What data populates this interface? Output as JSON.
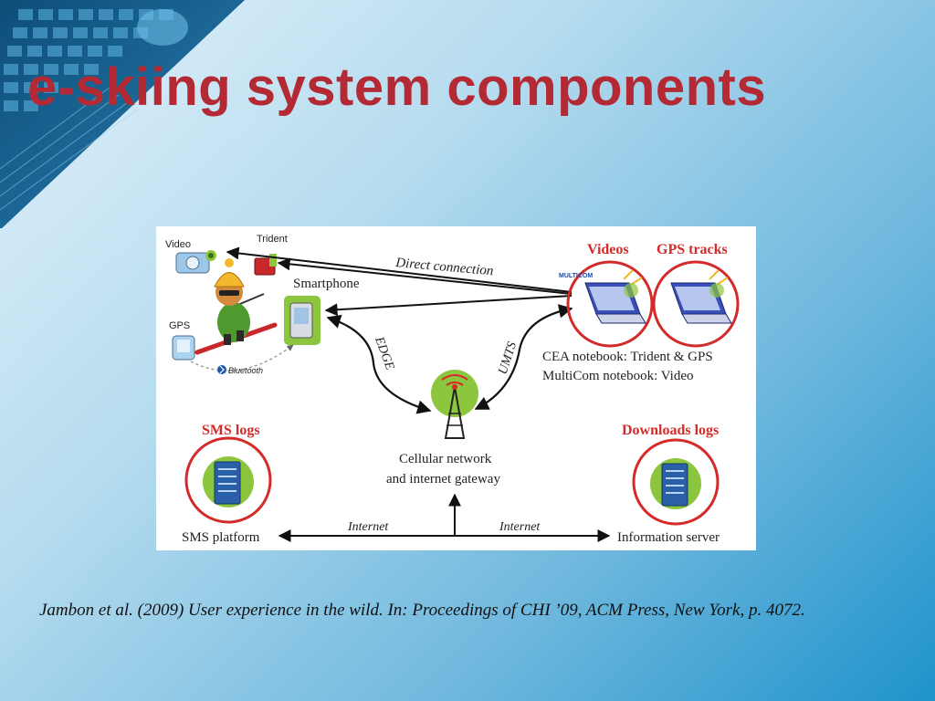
{
  "slide": {
    "title": "e-skiing system components",
    "citation": "Jambon et al. (2009) User experience in the wild. In: Proceedings of CHI ’09, ACM Press, New York, p. 4072."
  },
  "diagram": {
    "labels": {
      "video": "Video",
      "trident": "Trident",
      "gps": "GPS",
      "bluetooth": "Bluetooth",
      "smartphone": "Smartphone",
      "direct_connection": "Direct connection",
      "edge": "EDGE",
      "umts": "UMTS",
      "videos": "Videos",
      "gps_tracks": "GPS tracks",
      "multicom_logo": "MULTICOM",
      "cea_notebook": "CEA notebook: Trident & GPS",
      "multicom_notebook": "MultiCom notebook: Video",
      "cellular_line1": "Cellular network",
      "cellular_line2": "and internet gateway",
      "sms_logs": "SMS logs",
      "downloads_logs": "Downloads logs",
      "sms_platform": "SMS platform",
      "information_server": "Information server",
      "internet_left": "Internet",
      "internet_right": "Internet"
    }
  },
  "colors": {
    "title": "#b32a35",
    "highlight_red": "#d42a2a",
    "icon_green": "#8cc63e",
    "device_blue": "#3a4fb8"
  }
}
